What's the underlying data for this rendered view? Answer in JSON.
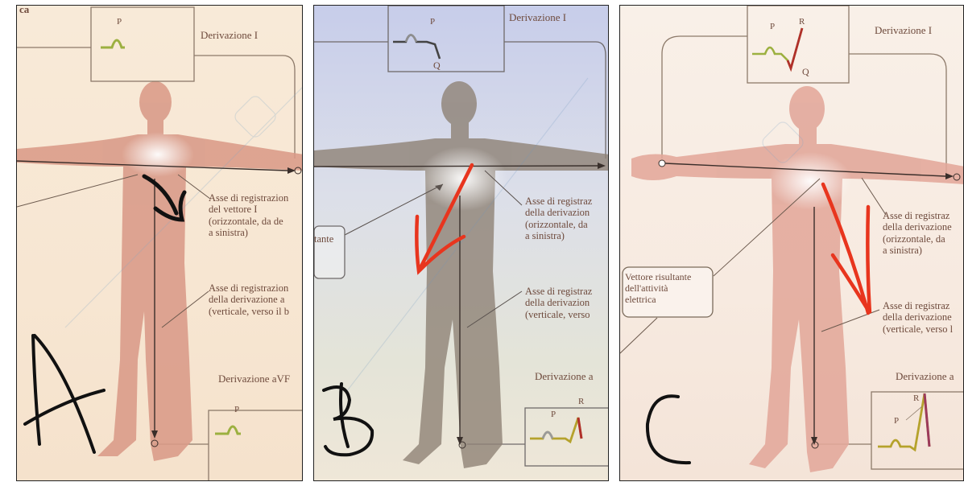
{
  "panels": [
    {
      "id": "A",
      "header_fragment": "ca",
      "letter": "A",
      "top_lead": {
        "name": "Derivazione I",
        "waves": [
          "P"
        ]
      },
      "bottom_lead": {
        "name": "Derivazione aVF",
        "waves": [
          "P"
        ]
      },
      "horizontal_axis_label": [
        "Asse di registrazion",
        "del vettore I",
        "(orizzontale, da de",
        "a sinistra)"
      ],
      "vertical_axis_label": [
        "Asse di registrazion",
        "della derivazione a",
        "(verticale, verso il b"
      ],
      "arrow_color": "#111111"
    },
    {
      "id": "B",
      "letter": "B",
      "top_lead": {
        "name": "Derivazione I",
        "waves": [
          "P",
          "Q"
        ]
      },
      "bottom_lead": {
        "name": "Derivazione a",
        "waves": [
          "P",
          "R"
        ]
      },
      "left_box_fragment": "tante",
      "horizontal_axis_label": [
        "Asse di registraz",
        "della derivazion",
        "(orizzontale, da",
        "a sinistra)"
      ],
      "vertical_axis_label": [
        "Asse di registraz",
        "della derivazion",
        "(verticale, verso"
      ],
      "arrow_color": "#e8351e"
    },
    {
      "id": "C",
      "letter": "C",
      "top_lead": {
        "name": "Derivazione I",
        "waves": [
          "P",
          "R",
          "Q"
        ]
      },
      "bottom_lead": {
        "name": "Derivazione a",
        "waves": [
          "P",
          "R"
        ]
      },
      "left_box": [
        "Vettore risultante",
        "dell'attività",
        "elettrica"
      ],
      "horizontal_axis_label": [
        "Asse di registraz",
        "della derivazione",
        "(orizzontale, da",
        "a sinistra)"
      ],
      "vertical_axis_label": [
        "Asse di registraz",
        "della derivazione",
        "(verticale, verso l"
      ],
      "arrow_color": "#e8351e"
    }
  ]
}
